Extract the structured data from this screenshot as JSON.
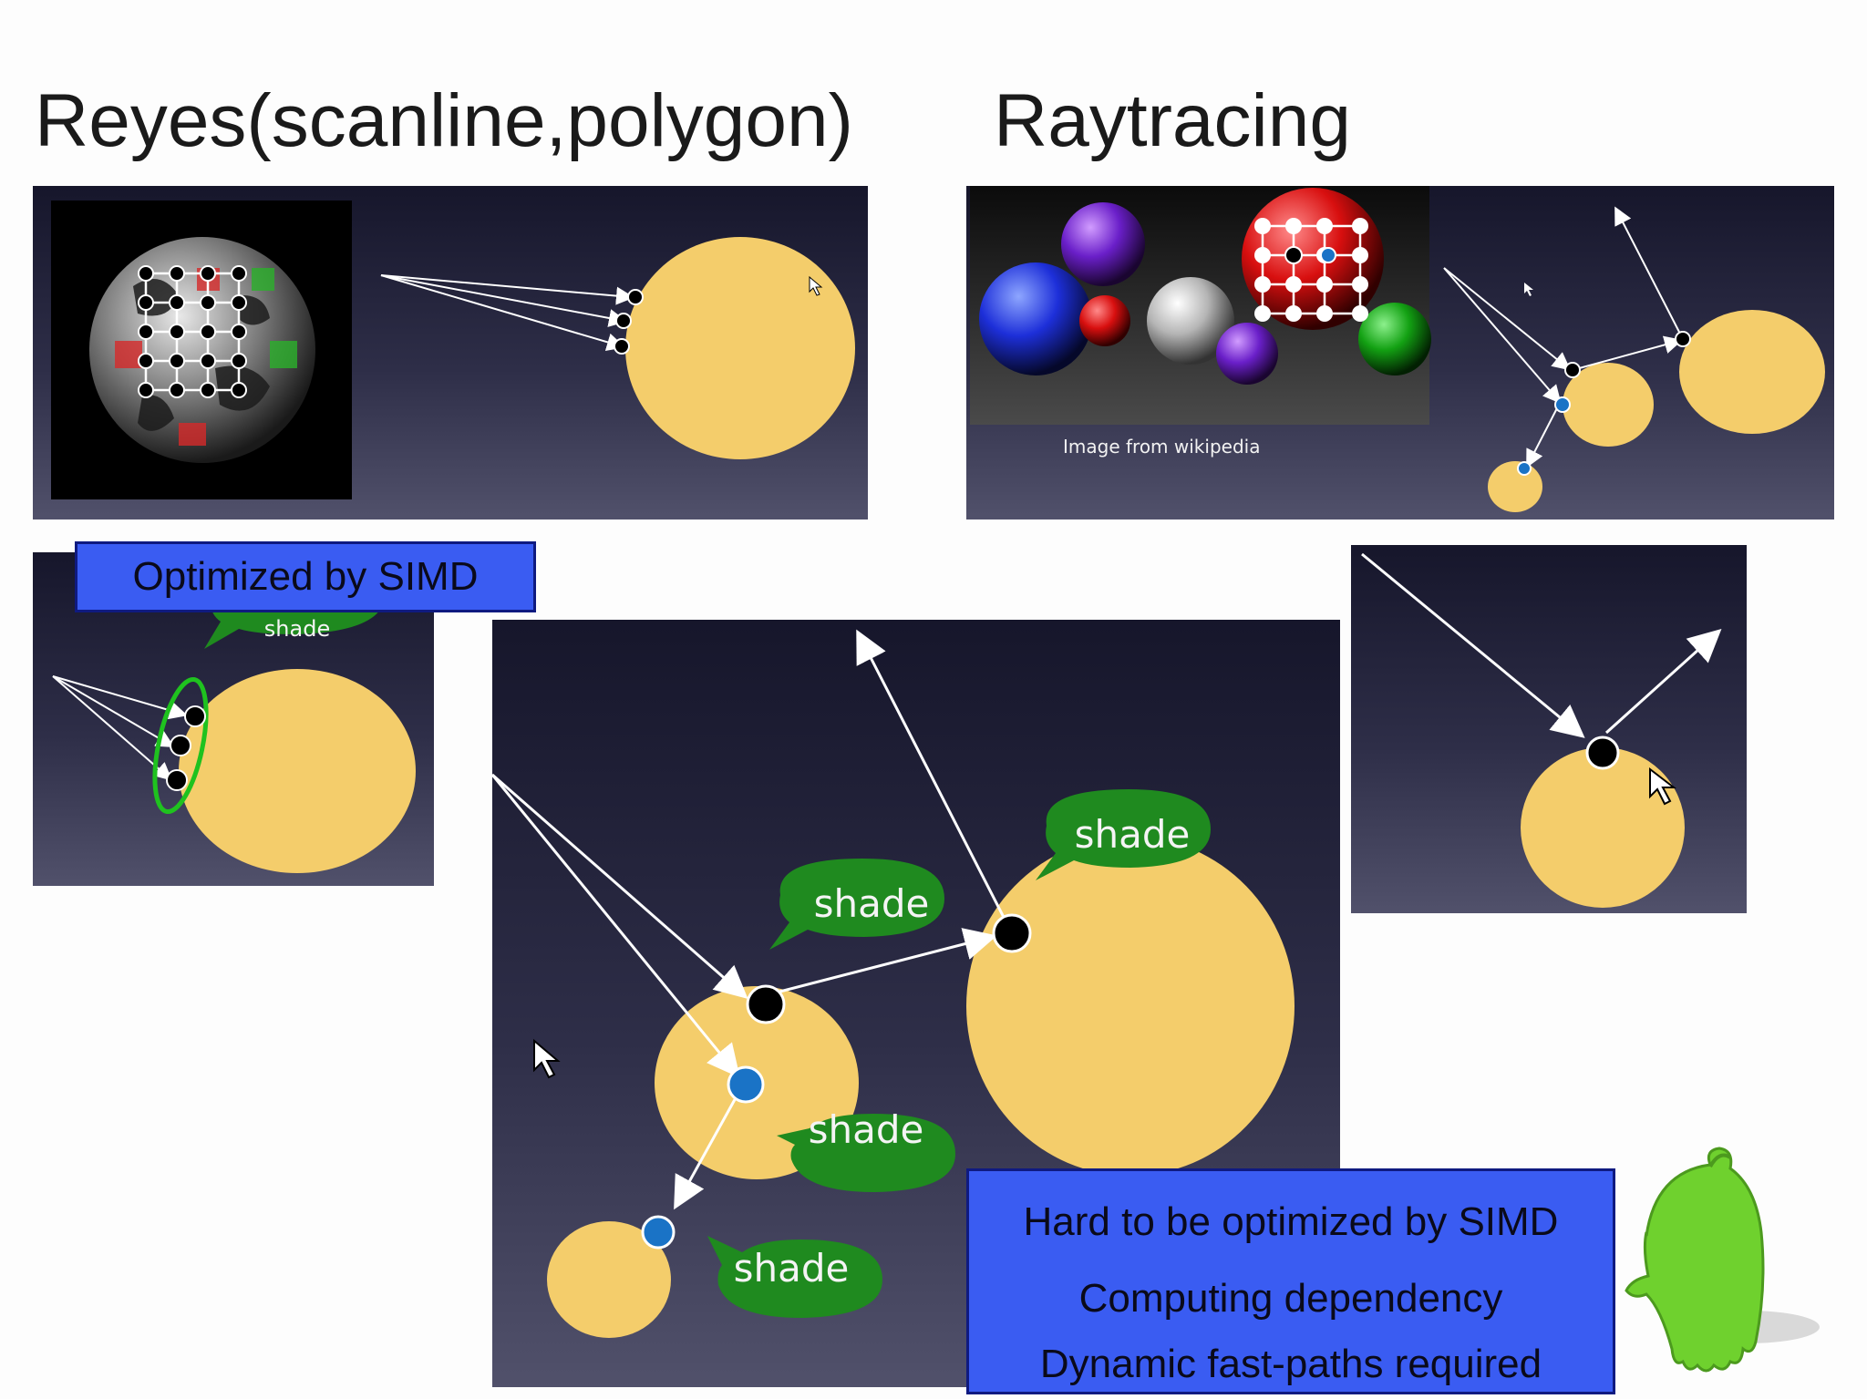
{
  "slide": {
    "title_left": "Reyes(scanline,polygon)",
    "title_right": "Raytracing",
    "caption_wikipedia": "Image from wikipedia",
    "label_simd": "Optimized by SIMD",
    "notes": [
      "Hard to be optimized by SIMD",
      "Computing dependency",
      "Dynamic fast-paths required"
    ],
    "shade_label": "shade"
  },
  "colors": {
    "sphere": "#f4cd6b",
    "bubble": "#1f8a1f",
    "note_box": "#3a5cf2",
    "hit_point": "#000000",
    "secondary_hit": "#1a73c6",
    "mascot": "#6fd12e"
  },
  "icons": [
    "mouse-cursor-icon",
    "mascot-icon"
  ]
}
